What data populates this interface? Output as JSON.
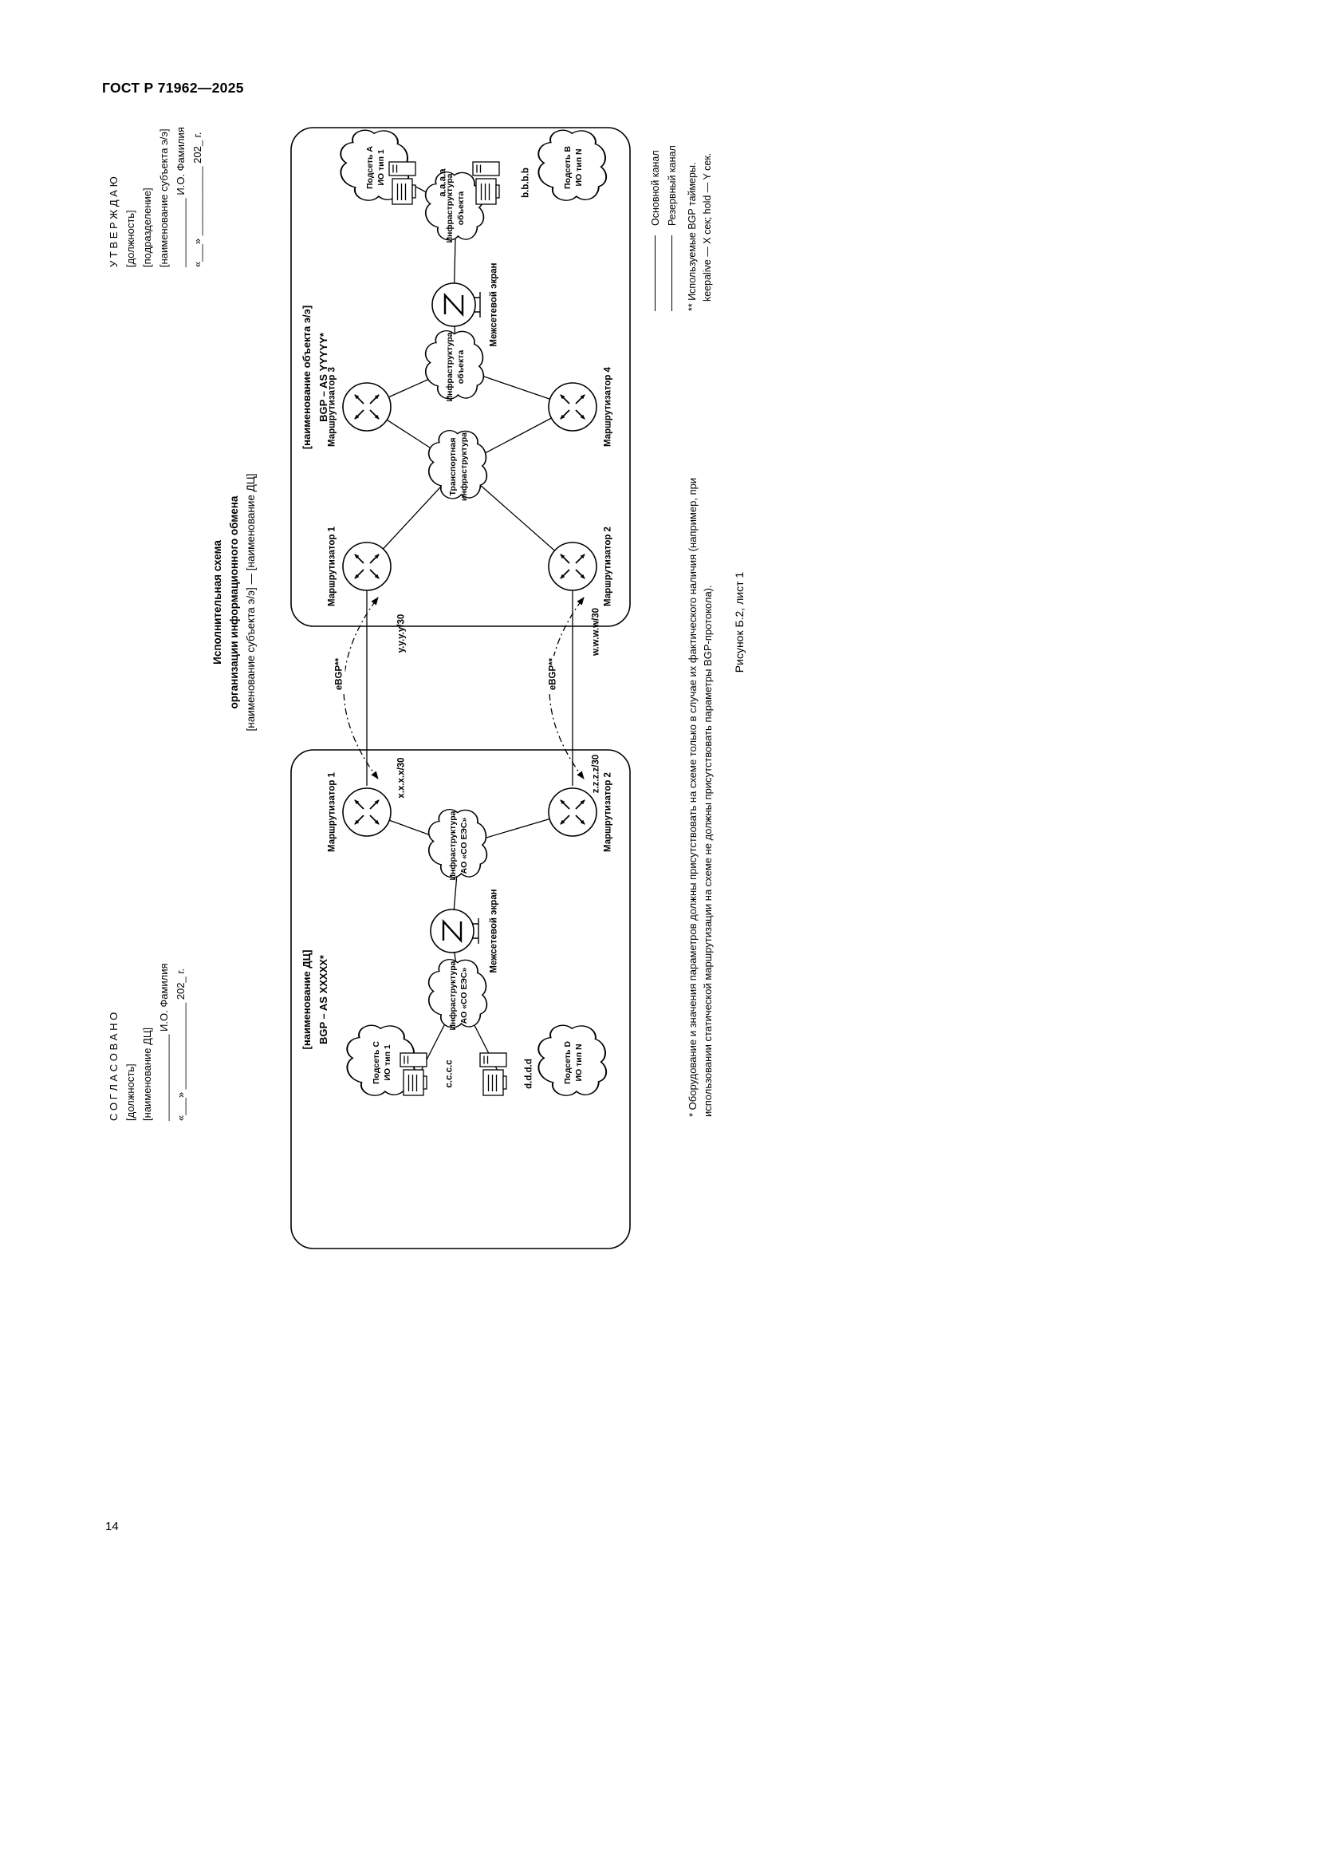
{
  "page": {
    "doc_code": "ГОСТ Р 71962—2025",
    "page_number": "14"
  },
  "approval": {
    "soglasovano": {
      "lines": [
        "С О Г Л А С О В А Н О",
        "[должность]",
        "[наименование ДЦ]",
        "_______________ И.О. Фамилия",
        "«___» _______________ 202_ г."
      ]
    },
    "utverzhdayu": {
      "lines": [
        "У Т В Е Р Ж Д А Ю",
        "[должность]",
        "[подразделение]",
        "[наименование субъекта э/э]",
        "____________ И.О. Фамилия",
        "«___» ____________ 202_ г."
      ]
    }
  },
  "title": {
    "line1": "Исполнительная схема",
    "line2": "организации информационного обмена",
    "line3": "[наименование субъекта э/э] — [наименование ДЦ]"
  },
  "frames": {
    "dc": {
      "title1": "[наименование ДЦ]",
      "title2": "BGP – AS XXXXX*"
    },
    "obj": {
      "title1": "[наименование объекта э/э]",
      "title2": "BGP – AS YYYYY*"
    }
  },
  "nodes": {
    "dc_router1": "Маршрутизатор 1",
    "dc_router2": "Маршрутизатор 2",
    "obj_router1": "Маршрутизатор 1",
    "obj_router2": "Маршрутизатор 2",
    "obj_router3": "Маршрутизатор 3",
    "obj_router4": "Маршрутизатор 4",
    "dc_firewall": "Межсетевой экран",
    "obj_firewall": "Межсетевой экран",
    "dc_infra_line1": "Инфраструктура",
    "dc_infra_line2": "АО «СО ЕЭС»",
    "transport_line1": "Транспортная",
    "transport_line2": "инфраструктура",
    "obj_infra_line1": "Инфраструктура",
    "obj_infra_line2": "объекта",
    "podset_a_line1": "Подсеть A",
    "podset_a_line2": "ИО тип 1",
    "podset_b_line1": "Подсеть B",
    "podset_b_line2": "ИО тип N",
    "podset_c_line1": "Подсеть C",
    "podset_c_line2": "ИО тип 1",
    "podset_d_line1": "Подсеть D",
    "podset_d_line2": "ИО тип N",
    "host_a": "a.a.a.a",
    "host_b": "b.b.b.b",
    "host_c": "c.c.c.c",
    "host_d": "d.d.d.d"
  },
  "links": {
    "ebgp_top": "eBGP**",
    "ebgp_bottom": "eBGP**",
    "if_x": "x.x.x.x/30",
    "if_y": "y.y.y.y/30",
    "if_z": "z.z.z.z/30",
    "if_w": "w.w.w.w/30"
  },
  "legend": {
    "primary": "Основной канал",
    "backup": "Резервный канал",
    "note_line1": "** Используемые BGP таймеры.",
    "note_line2": "keepalive — X сек; hold — Y сек."
  },
  "footnote": {
    "line1": "* Оборудование и значения параметров должны присутствовать на схеме только в случае их фактического наличия (например, при",
    "line2": "использовании статической маршрутизации на схеме не должны присутствовать параметры BGP-протокола)."
  },
  "caption": "Рисунок Б.2, лист 1"
}
